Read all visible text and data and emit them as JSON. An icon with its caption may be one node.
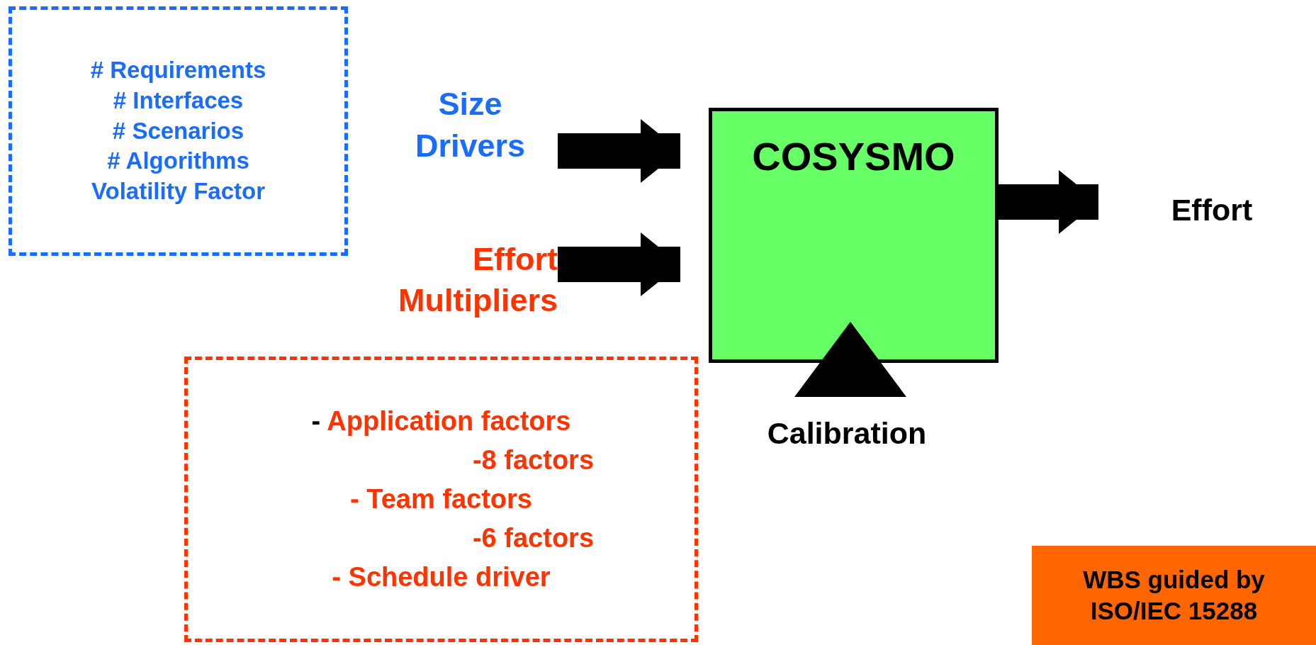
{
  "diagram": {
    "nodes": [
      {
        "text": [
          "# Requirements",
          "# Interfaces",
          "# Scenarios",
          "# Algorithms",
          "Volatility Factor"
        ]
      },
      {
        "text": [
          "Size Drivers"
        ]
      },
      {
        "text": [
          "Effort Multipliers"
        ]
      },
      {
        "text": [
          "COSYSMO"
        ]
      },
      {
        "text": [
          "Effort"
        ]
      },
      {
        "text": [
          "Calibration"
        ]
      },
      {
        "text": [
          "- Application factors",
          "-8 factors",
          "- Team factors",
          "-6 factors",
          "- Schedule driver"
        ]
      },
      {
        "text": [
          "WBS guided by ISO/IEC 15288"
        ]
      }
    ],
    "edges": [
      {
        "from": 1,
        "to": 3,
        "arrow": "to"
      },
      {
        "from": 2,
        "to": 3,
        "arrow": "to"
      },
      {
        "from": 3,
        "to": 4,
        "arrow": "to"
      },
      {
        "from": 5,
        "to": 3,
        "arrow": "to"
      }
    ]
  }
}
